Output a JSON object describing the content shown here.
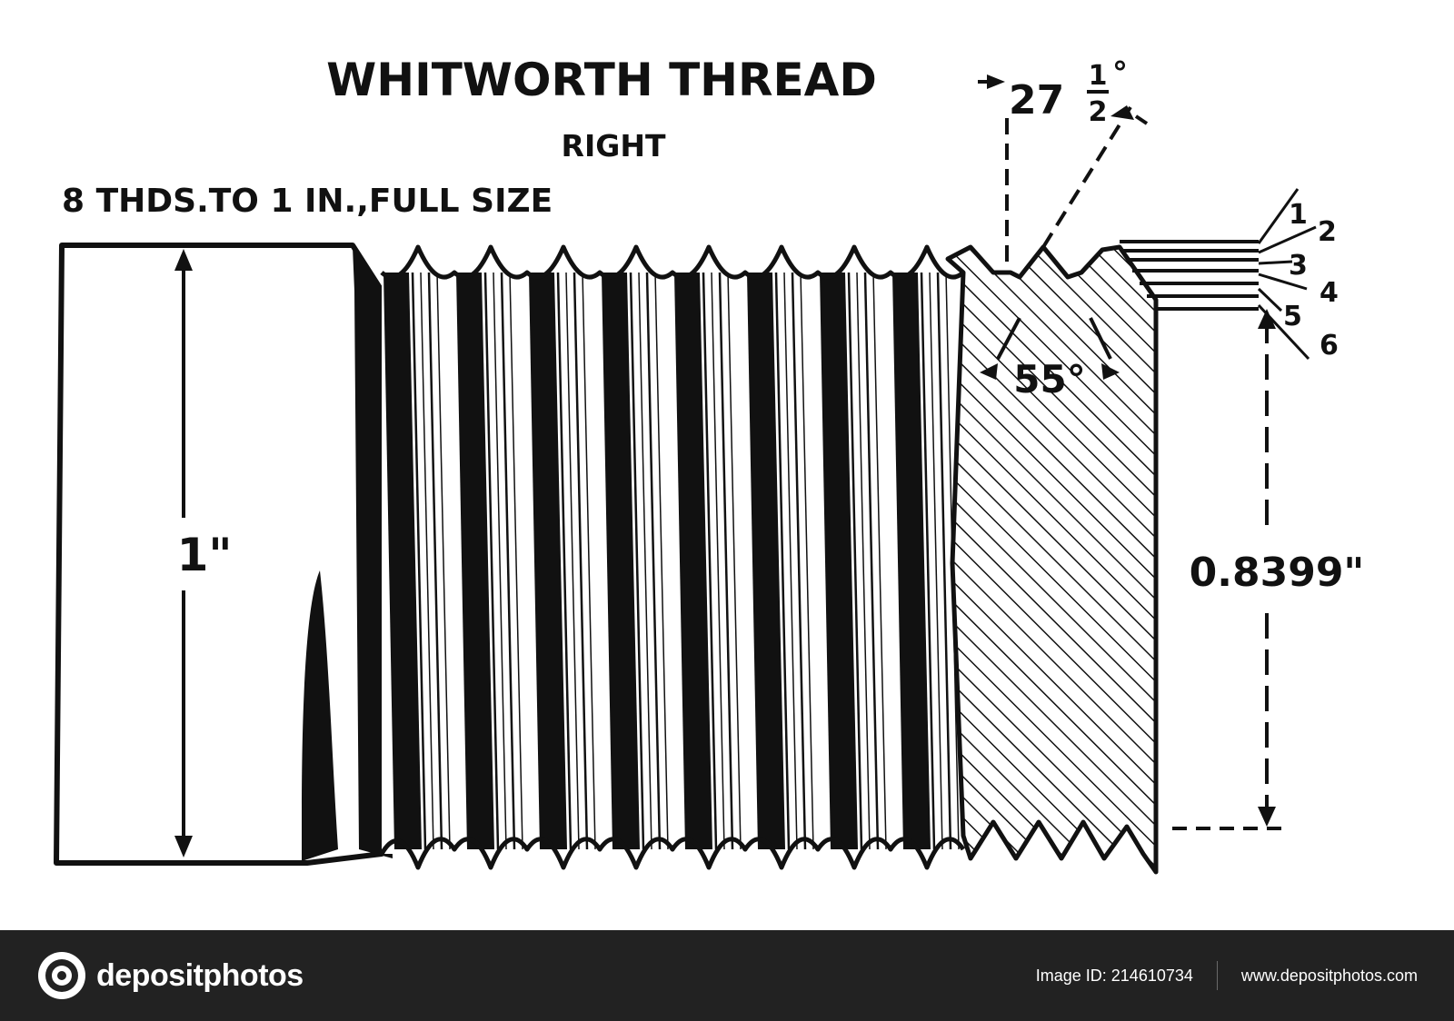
{
  "diagram": {
    "title": "WHITWORTH THREAD",
    "subtitle": "RIGHT",
    "spec": "8 THDS.TO 1 IN.,FULL SIZE",
    "outer_diameter": "1\"",
    "core_diameter": "0.8399\"",
    "angle_included": "55°",
    "angle_half_whole": "27",
    "angle_half_num": "1",
    "angle_half_den": "2",
    "angle_half_deg": "°",
    "callouts": [
      "1",
      "2",
      "3",
      "4",
      "5",
      "6"
    ]
  },
  "footer": {
    "brand": "depositphotos",
    "image_id": "Image ID: 214610734",
    "site": "www.depositphotos.com"
  },
  "colors": {
    "ink": "#111111",
    "footer_bg": "#222222"
  },
  "icons": {
    "logo": "camera-lens-icon"
  }
}
